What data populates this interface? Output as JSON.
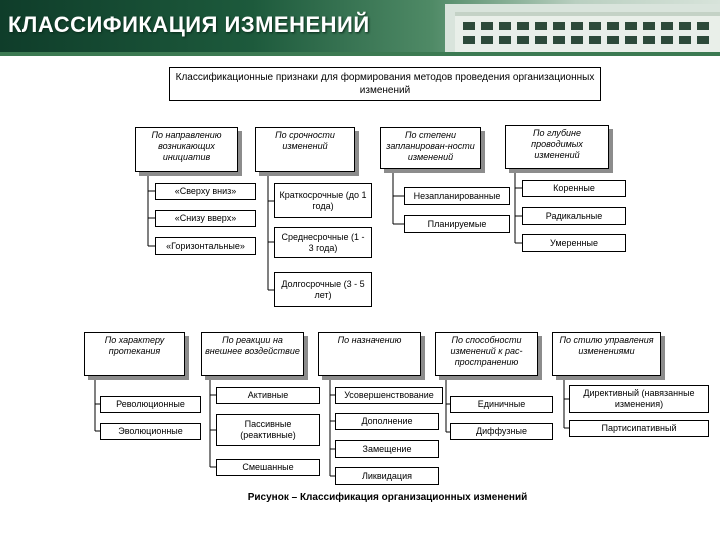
{
  "header": {
    "title": "КЛАССИФИКАЦИЯ ИЗМЕНЕНИЙ"
  },
  "diagram": {
    "main_title": "Классификационные признаки для формирования методов проведения организационных изменений",
    "caption": "Рисунок  – Классификация организационных изменений",
    "groups": {
      "direction": {
        "title": "По направлению возникающих инициатив",
        "items": [
          "«Сверху вниз»",
          "«Снизу вверх»",
          "«Горизонтальные»"
        ]
      },
      "urgency": {
        "title": "По срочности изменений",
        "items": [
          "Краткосрочные (до 1 года)",
          "Среднесрочные (1 - 3 года)",
          "Долгосрочные (3 - 5 лет)"
        ]
      },
      "planning": {
        "title": "По степени запланирован-ности изменений",
        "items": [
          "Незапланированные",
          "Планируемые"
        ]
      },
      "depth": {
        "title": "По глубине проводимых изменений",
        "items": [
          "Коренные",
          "Радикальные",
          "Умеренные"
        ]
      },
      "nature": {
        "title": "По характеру протекания",
        "items": [
          "Революционные",
          "Эволюционные"
        ]
      },
      "reaction": {
        "title": "По реакции на внешнее воздействие",
        "items": [
          "Активные",
          "Пассивные (реактивные)",
          "Смешанные"
        ]
      },
      "purpose": {
        "title": "По назначению",
        "items": [
          "Усовершенствование",
          "Дополнение",
          "Замещение",
          "Ликвидация"
        ]
      },
      "spread": {
        "title": "По способности изменений к рас-пространению",
        "items": [
          "Единичные",
          "Диффузные"
        ]
      },
      "style": {
        "title": "По стилю управления изменениями",
        "items": [
          "Директивный (навязанные изменения)",
          "Партисипативный"
        ]
      }
    }
  }
}
